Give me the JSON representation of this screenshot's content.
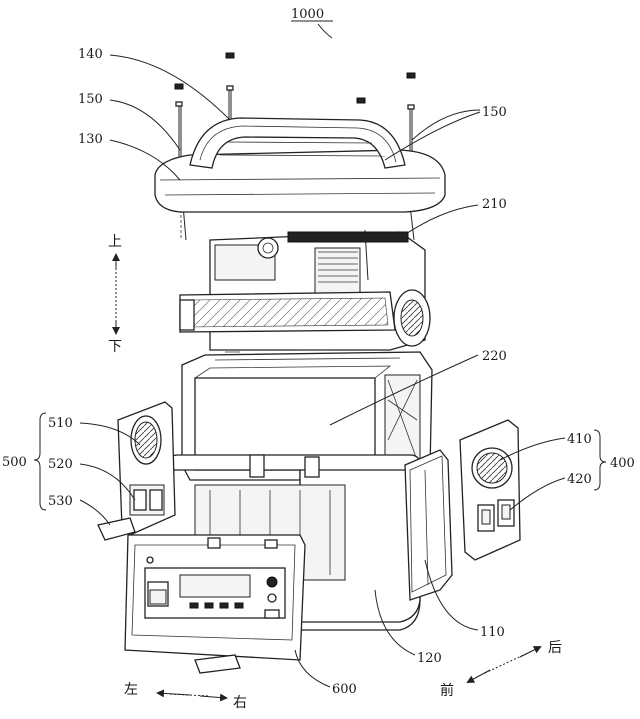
{
  "diagram": {
    "assembly_number": "1000",
    "labels": {
      "l140": "140",
      "l150_left": "150",
      "l150_right": "150",
      "l130": "130",
      "l210": "210",
      "l220": "220",
      "l510": "510",
      "l500": "500",
      "l520": "520",
      "l530": "530",
      "l410": "410",
      "l400": "400",
      "l420": "420",
      "l110": "110",
      "l120": "120",
      "l600": "600"
    },
    "directions": {
      "up": "上",
      "down": "下",
      "left": "左",
      "right": "右",
      "front": "前",
      "back": "后"
    }
  }
}
